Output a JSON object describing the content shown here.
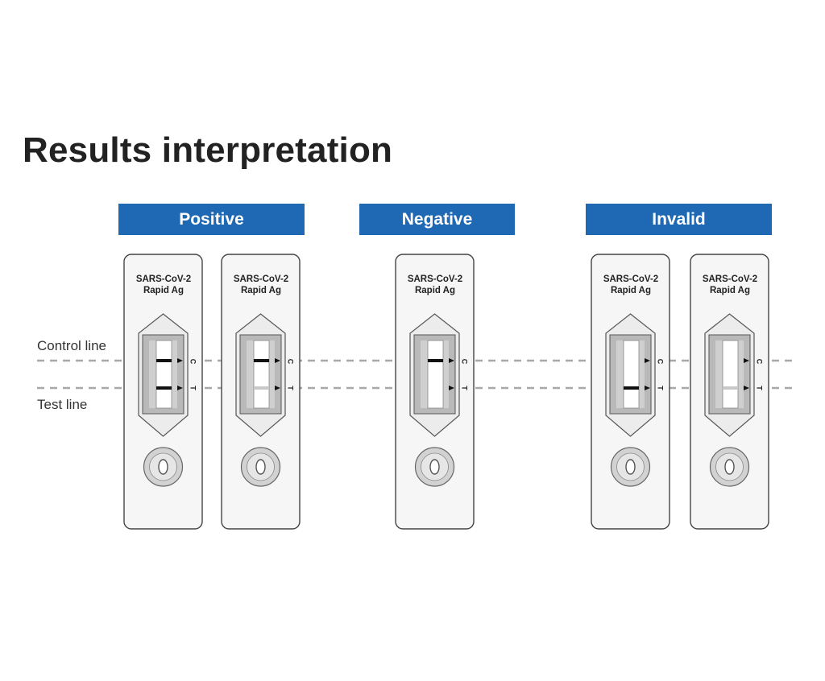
{
  "title": "Results interpretation",
  "categories": {
    "positive": "Positive",
    "negative": "Negative",
    "invalid": "Invalid"
  },
  "labels": {
    "control_line": "Control line",
    "test_line": "Test line"
  },
  "cassette": {
    "name_line1": "SARS-CoV-2",
    "name_line2": "Rapid Ag",
    "marker_c": "C",
    "marker_t": "T"
  },
  "colors": {
    "header_blue": "#1f69b4",
    "strong_line": "#111111",
    "faint_line": "#c8c8c8"
  },
  "cassettes": [
    {
      "group": "positive",
      "control": "strong",
      "test": "strong"
    },
    {
      "group": "positive",
      "control": "strong",
      "test": "faint"
    },
    {
      "group": "negative",
      "control": "strong",
      "test": "none"
    },
    {
      "group": "invalid",
      "control": "none",
      "test": "strong"
    },
    {
      "group": "invalid",
      "control": "none",
      "test": "faint"
    }
  ]
}
